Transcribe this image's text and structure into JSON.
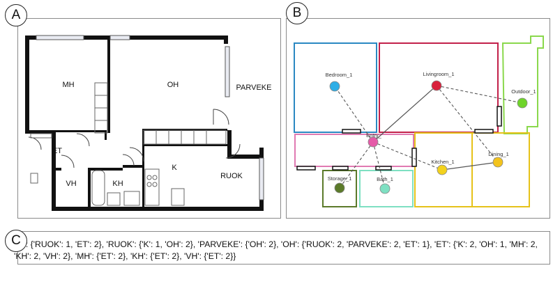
{
  "panels": {
    "a_label": "A",
    "b_label": "B",
    "c_label": "C"
  },
  "floor_plan": {
    "rooms": {
      "mh": "MH",
      "oh": "OH",
      "parveke": "PARVEKE",
      "et": "ET",
      "vh": "VH",
      "kh": "KH",
      "k": "K",
      "ruok": "RUOK"
    }
  },
  "graph": {
    "nodes": {
      "bedroom": {
        "label": "Bedroom_1",
        "color": "#2eaee6"
      },
      "livingroom": {
        "label": "Livingroom_1",
        "color": "#d9203b"
      },
      "outdoor": {
        "label": "Outdoor_1",
        "color": "#6fd42a"
      },
      "entry": {
        "label": "Entry_",
        "color": "#e55aa8"
      },
      "kitchen": {
        "label": "Kitchen_1",
        "color": "#f3d21d"
      },
      "dining": {
        "label": "Dining_1",
        "color": "#f3c31d"
      },
      "storage": {
        "label": "Storage_1",
        "color": "#5b7a2a"
      },
      "bath": {
        "label": "Bath_1",
        "color": "#7ee0c2"
      }
    }
  },
  "adjacency_text": "{'K': {'RUOK': 1, 'ET': 2}, 'RUOK': {'K': 1, 'OH': 2}, 'PARVEKE': {'OH': 2}, 'OH': {'RUOK': 2, 'PARVEKE': 2, 'ET': 1}, 'ET': {'K': 2, 'OH': 1, 'MH': 2, 'KH': 2, 'VH': 2}, 'MH': {'ET': 2}, 'KH': {'ET': 2}, 'VH': {'ET': 2}}"
}
